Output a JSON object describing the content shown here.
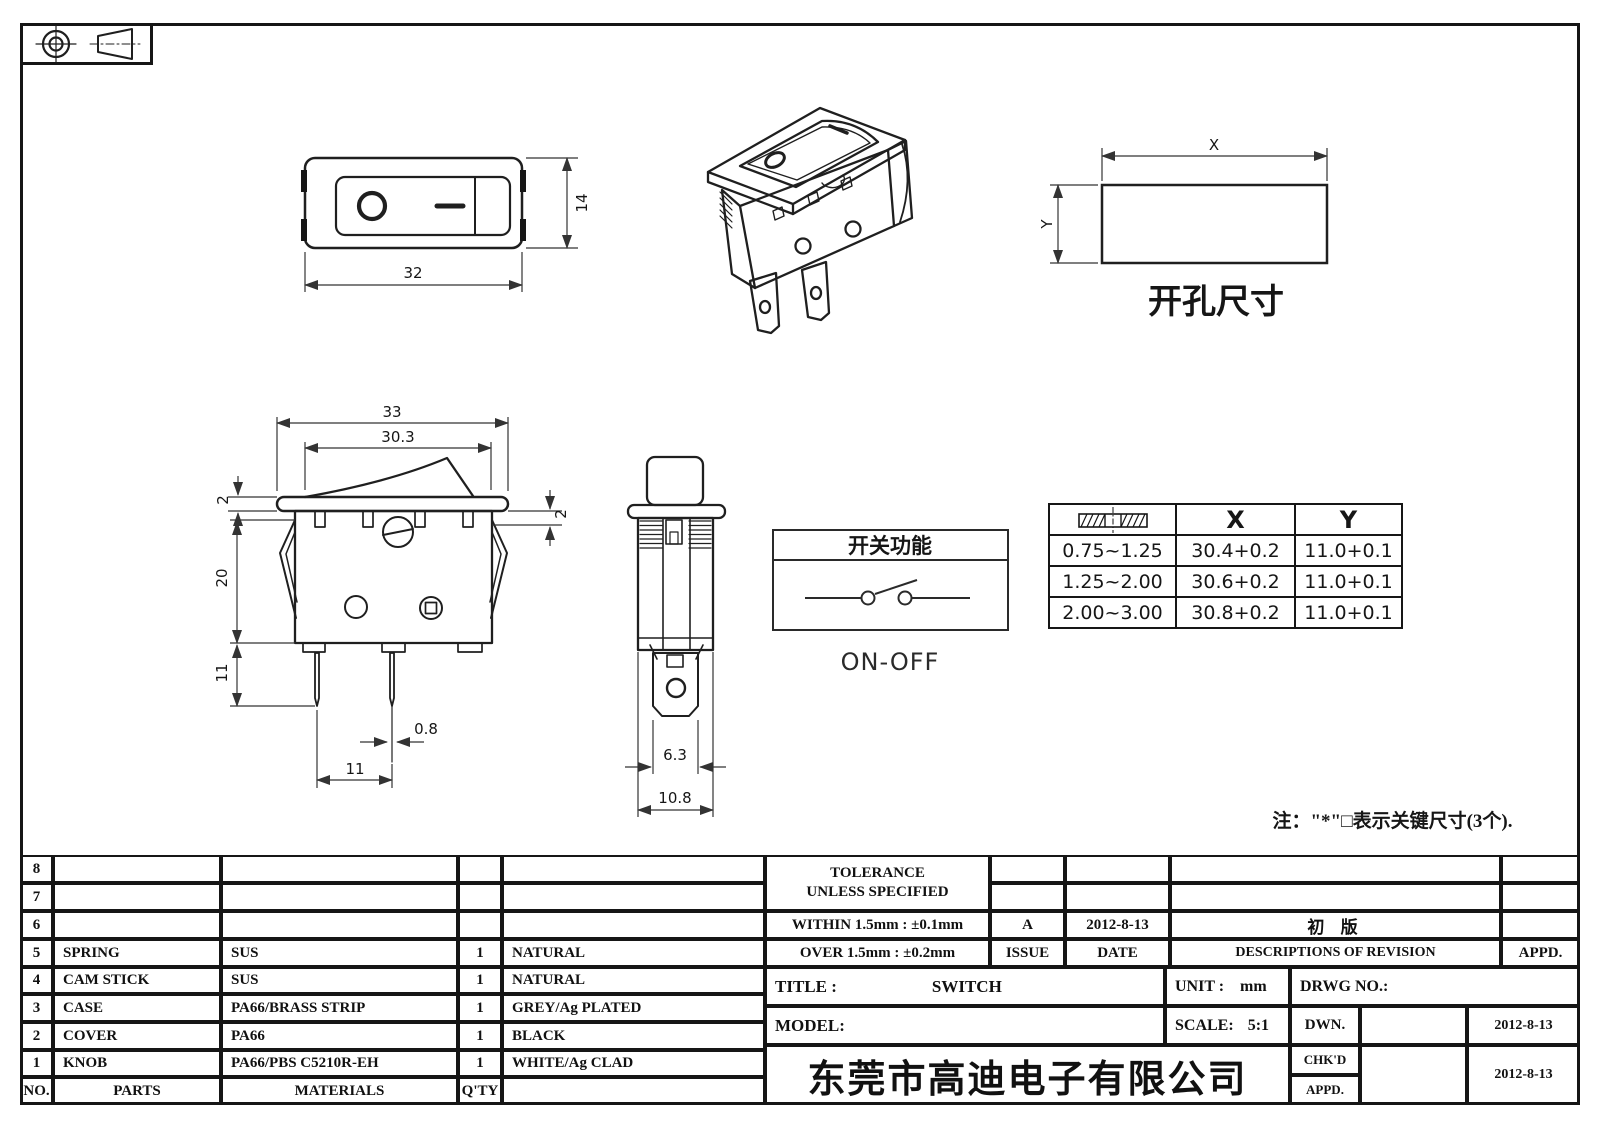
{
  "front_view": {
    "dim_width": "32",
    "dim_height": "14"
  },
  "side_view": {
    "dim_33": "33",
    "dim_303": "30.3",
    "dim_2_left": "2",
    "dim_2_right": "2",
    "dim_20": "20",
    "dim_11_vertical": "11",
    "dim_11_horizontal": "11",
    "dim_08": "0.8"
  },
  "end_view": {
    "dim_63": "6.3",
    "dim_108": "10.8"
  },
  "hole_view": {
    "dim_x": "X",
    "dim_y": "Y",
    "caption": "开孔尺寸"
  },
  "function_box": {
    "title": "开关功能",
    "label": "ON-OFF"
  },
  "panel_table": {
    "col_x": "X",
    "col_y": "Y",
    "rows": [
      {
        "t": "0.75~1.25",
        "x": "30.4+0.2",
        "y": "11.0+0.1"
      },
      {
        "t": "1.25~2.00",
        "x": "30.6+0.2",
        "y": "11.0+0.1"
      },
      {
        "t": "2.00~3.00",
        "x": "30.8+0.2",
        "y": "11.0+0.1"
      }
    ]
  },
  "note": "注：\"*\"□表示关键尺寸(3个).",
  "bom": {
    "rows": [
      {
        "no": "8",
        "part": "",
        "material": "",
        "qty": "",
        "finish": ""
      },
      {
        "no": "7",
        "part": "",
        "material": "",
        "qty": "",
        "finish": ""
      },
      {
        "no": "6",
        "part": "",
        "material": "",
        "qty": "",
        "finish": ""
      },
      {
        "no": "5",
        "part": "SPRING",
        "material": "SUS",
        "qty": "1",
        "finish": "NATURAL"
      },
      {
        "no": "4",
        "part": "CAM STICK",
        "material": "SUS",
        "qty": "1",
        "finish": "NATURAL"
      },
      {
        "no": "3",
        "part": "CASE",
        "material": "PA66/BRASS STRIP",
        "qty": "1",
        "finish": "GREY/Ag PLATED"
      },
      {
        "no": "2",
        "part": "COVER",
        "material": "PA66",
        "qty": "1",
        "finish": "BLACK"
      },
      {
        "no": "1",
        "part": "KNOB",
        "material": "PA66/PBS C5210R-EH",
        "qty": "1",
        "finish": "WHITE/Ag CLAD"
      }
    ],
    "footer": {
      "no": "NO.",
      "parts": "PARTS",
      "materials": "MATERIALS",
      "qty": "Q'TY"
    }
  },
  "tolerance": {
    "line1": "TOLERANCE",
    "line2": "UNLESS  SPECIFIED",
    "within": "WITHIN 1.5mm : ±0.1mm",
    "over": "OVER 1.5mm : ±0.2mm"
  },
  "revision": {
    "issue_value": "A",
    "date_value": "2012-8-13",
    "desc_value": "初  版",
    "issue_label": "ISSUE",
    "date_label": "DATE",
    "desc_label": "DESCRIPTIONS  OF  REVISION",
    "appd_label": "APPD."
  },
  "titleblock": {
    "title_label": "TITLE :",
    "title_value": "SWITCH",
    "unit_label": "UNIT :",
    "unit_value": "mm",
    "drwg_label": "DRWG NO.:",
    "model_label": "MODEL:",
    "scale_label": "SCALE:",
    "scale_value": "5:1",
    "dwn_label": "DWN.",
    "dwn_date": "2012-8-13",
    "chkd_label": "CHK'D",
    "chkd_date": "2012-8-13",
    "appd_label": "APPD.",
    "company": "东莞市高迪电子有限公司"
  }
}
